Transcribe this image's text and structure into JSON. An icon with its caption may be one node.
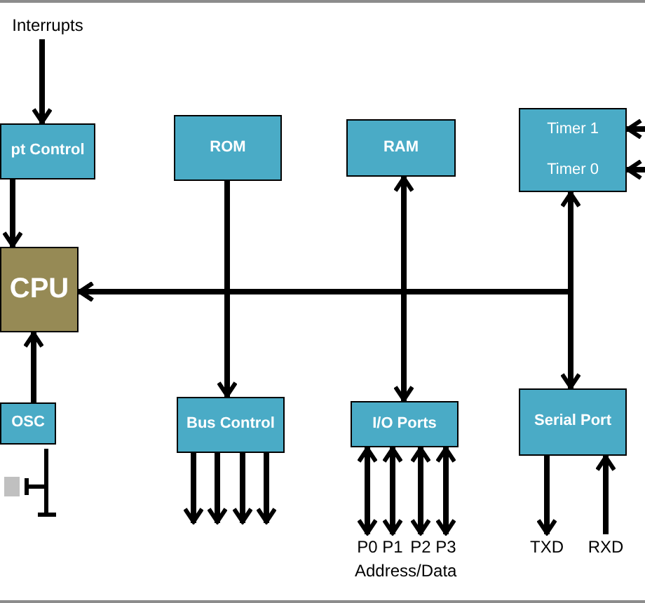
{
  "diagram": {
    "nodes": [
      {
        "text": [
          "Interrupts"
        ]
      },
      {
        "text": [
          "pt Control"
        ]
      },
      {
        "text": [
          "CPU"
        ]
      },
      {
        "text": [
          "OSC"
        ]
      },
      {
        "text": [
          "ROM"
        ]
      },
      {
        "text": [
          "RAM"
        ]
      },
      {
        "text": [
          "Timer 1",
          "Timer 0"
        ]
      },
      {
        "text": [
          "Bus Control"
        ]
      },
      {
        "text": [
          "I/O Ports"
        ]
      },
      {
        "text": [
          "Serial Port"
        ]
      },
      {
        "text": [
          "P0"
        ]
      },
      {
        "text": [
          "P1"
        ]
      },
      {
        "text": [
          "P2"
        ]
      },
      {
        "text": [
          "P3"
        ]
      },
      {
        "text": [
          "TXD"
        ]
      },
      {
        "text": [
          "RXD"
        ]
      }
    ],
    "edges": [
      {
        "from": 0,
        "to": 1,
        "arrow": "to"
      },
      {
        "from": 1,
        "to": 2,
        "arrow": "to"
      },
      {
        "from": 3,
        "to": 2,
        "arrow": "to"
      },
      {
        "from": 4,
        "to": 7,
        "arrow": "to"
      },
      {
        "from": 5,
        "to": 8,
        "arrow": "both"
      },
      {
        "from": 6,
        "to": 9,
        "arrow": "both"
      },
      {
        "from": 6,
        "to": 2,
        "arrow": "to"
      },
      {
        "from": 9,
        "to": 2,
        "arrow": "to"
      },
      {
        "from": null,
        "to": 6,
        "arrow": "to"
      },
      {
        "from": null,
        "to": 6,
        "arrow": "to"
      },
      {
        "from": 7,
        "to": null,
        "arrow": "to"
      },
      {
        "from": 7,
        "to": null,
        "arrow": "to"
      },
      {
        "from": 7,
        "to": null,
        "arrow": "to"
      },
      {
        "from": 7,
        "to": null,
        "arrow": "to"
      },
      {
        "from": 8,
        "to": 10,
        "arrow": "both"
      },
      {
        "from": 8,
        "to": 11,
        "arrow": "both"
      },
      {
        "from": 8,
        "to": 12,
        "arrow": "both"
      },
      {
        "from": 8,
        "to": 13,
        "arrow": "both"
      },
      {
        "from": 9,
        "to": 14,
        "arrow": "to"
      },
      {
        "from": 15,
        "to": 9,
        "arrow": "to"
      }
    ],
    "labels": [
      "Address/Data"
    ]
  }
}
